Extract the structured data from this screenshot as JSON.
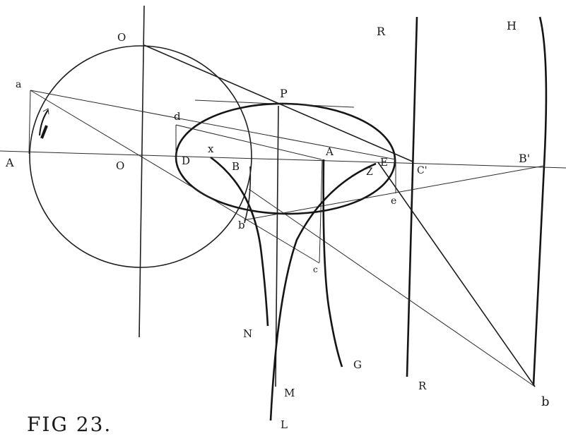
{
  "figure": {
    "caption": "FIG 23.",
    "labels": {
      "A_left": "A",
      "a_top": "a",
      "O_top": "O",
      "O_center": "O",
      "d": "d",
      "D": "D",
      "x": "x",
      "B": "B",
      "P": "P",
      "A_mid": "A",
      "Z": "Z",
      "E": "E",
      "C_prime": "C'",
      "B_prime": "B'",
      "R_top": "R",
      "H": "H",
      "e": "e",
      "b_small": "b",
      "c": "c",
      "N": "N",
      "G": "G",
      "M": "M",
      "R_bottom": "R",
      "L": "L",
      "b_bottom": "b"
    }
  }
}
